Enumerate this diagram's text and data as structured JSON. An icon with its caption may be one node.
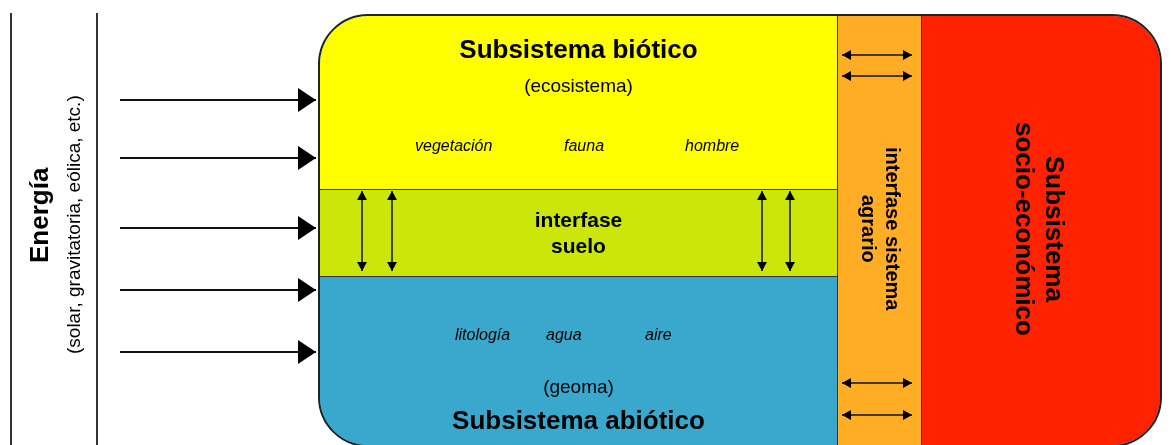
{
  "diagram": {
    "nodes": [
      {
        "text": [
          "Subsistema biótico",
          "(ecosistema)",
          "vegetación",
          "fauna",
          "hombre"
        ]
      },
      {
        "text": [
          "interfase suelo"
        ]
      },
      {
        "text": [
          "litología",
          "agua",
          "aire",
          "(geoma)",
          "Subsistema abiótico"
        ]
      },
      {
        "text": [
          "interfase sistema agrario"
        ]
      },
      {
        "text": [
          "Subsistema socio-económico"
        ]
      }
    ],
    "edges": [
      {
        "from": null,
        "to": 0,
        "arrow": "to"
      },
      {
        "from": null,
        "to": 0,
        "arrow": "to"
      },
      {
        "from": null,
        "to": 1,
        "arrow": "to"
      },
      {
        "from": null,
        "to": 2,
        "arrow": "to"
      },
      {
        "from": null,
        "to": 2,
        "arrow": "to"
      }
    ],
    "labels": [
      "Energía",
      "(solar, gravitatoria, eólica, etc.)"
    ]
  }
}
